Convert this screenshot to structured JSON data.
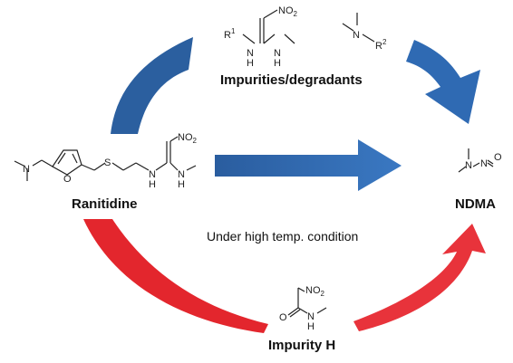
{
  "colors": {
    "blue_arrow": "#2f68b0",
    "red_arrow": "#e5262d",
    "structure_line": "#222222"
  },
  "labels": {
    "impurities": "Impurities/degradants",
    "ranitidine": "Ranitidine",
    "ndma": "NDMA",
    "condition": "Under high temp. condition",
    "impurity_h": "Impurity H"
  },
  "atoms": {
    "no2": "NO",
    "no2_sub": "2",
    "r1": "R",
    "r1_sup": "1",
    "r2": "R",
    "r2_sup": "2",
    "nh": "NH",
    "h": "H",
    "n": "N",
    "o": "O",
    "s": "S"
  }
}
